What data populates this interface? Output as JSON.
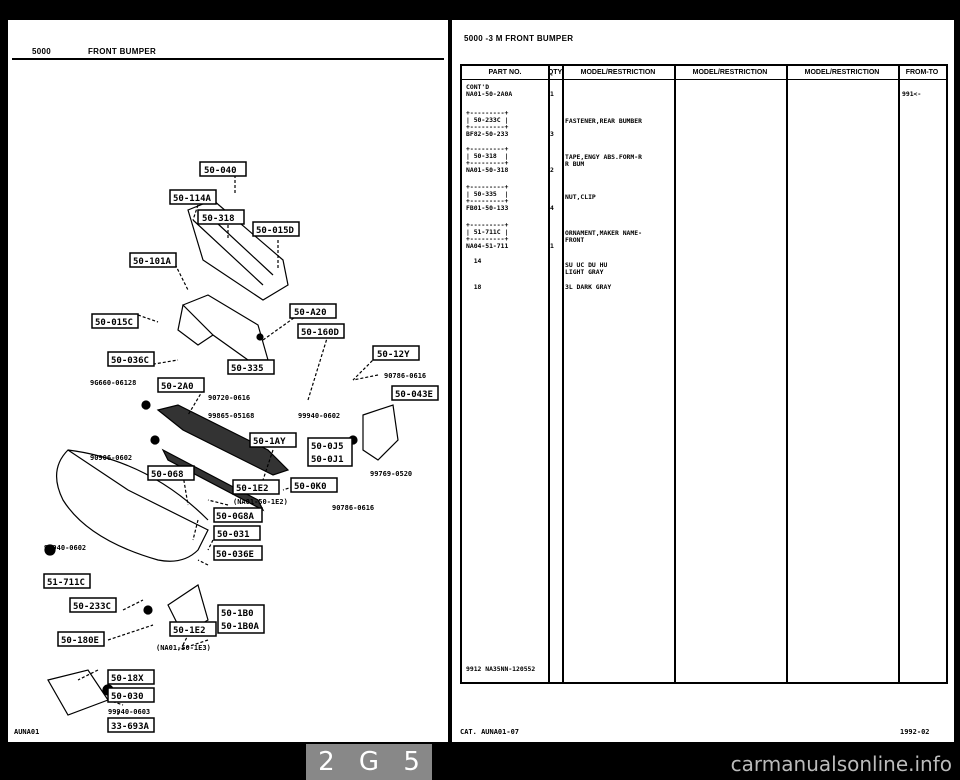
{
  "left_header": {
    "code": "5000",
    "title": "FRONT BUMPER"
  },
  "right_header": {
    "title": "5000 -3 M FRONT BUMPER"
  },
  "table": {
    "columns": [
      "PART NO.",
      "QTY",
      "MODEL/RESTRICTION",
      "MODEL/RESTRICTION",
      "MODEL/RESTRICTION",
      "FROM-TO"
    ],
    "rows": [
      {
        "part": "CONT'D\nNA01-50-2A0A",
        "qty": "1",
        "desc": "",
        "from_to": "991<-"
      },
      {
        "part": "+---------+\n| 50-233C |\n+---------+\nBF82-50-233",
        "qty": "3",
        "desc": "FASTENER,REAR BUMBER",
        "from_to": ""
      },
      {
        "part": "+---------+\n| 50-318  |\n+---------+\nNA01-50-318",
        "qty": "2",
        "desc": "TAPE,ENGY ABS.FORM-R\nR BUM",
        "from_to": ""
      },
      {
        "part": "+---------+\n| 50-335  |\n+---------+\nFB01-50-133",
        "qty": "4",
        "desc": "NUT,CLIP",
        "from_to": ""
      },
      {
        "part": "+---------+\n| 51-711C |\n+---------+\nNA04-51-711",
        "qty": "1",
        "desc": "ORNAMENT,MAKER NAME-\nFRONT",
        "from_to": ""
      },
      {
        "part": "  14",
        "qty": "",
        "desc": "SU UC DU HU\nLIGHT GRAY",
        "from_to": ""
      },
      {
        "part": "  18",
        "qty": "",
        "desc": "3L DARK GRAY",
        "from_to": ""
      }
    ]
  },
  "bottom_left": {
    "code": "AUNA01"
  },
  "bottom_right": {
    "cat": "CAT. AUNA01-07",
    "date": "1992-02",
    "ref": "9912 NA35NN-120552"
  },
  "page_badge": [
    "2",
    "G",
    "5"
  ],
  "watermark": "carmanualsonline.info",
  "callouts": {
    "c1": "50-040",
    "c2": "50-114A",
    "c3": "50-318",
    "c4": "50-015D",
    "c5": "50-101A",
    "c6": "50-A20",
    "c7": "50-015C",
    "c8": "50-160D",
    "c9": "50-036C",
    "c10": "50-12Y",
    "c11": "50-335",
    "c12": "50-2A0",
    "c13": "50-043E",
    "c14": "50-1AY",
    "c15": "50-0J5",
    "c16": "50-0J1",
    "c17": "50-068",
    "c18": "50-1E2",
    "c19": "50-0K0",
    "c20": "50-0G8A",
    "c21": "50-031",
    "c22": "50-036E",
    "c23": "51-711C",
    "c24": "50-233C",
    "c25": "50-1B0",
    "c26": "50-1B0A",
    "c27": "50-1E2",
    "c28": "50-180E",
    "c29": "50-18X",
    "c30": "50-030",
    "c31": "33-693A"
  },
  "part_numbers": {
    "p1": "90786-0616",
    "p2": "9G660-06128",
    "p3": "90720-0616",
    "p4": "99865-05168",
    "p5": "99940-0602",
    "p6": "90906-0602",
    "p7": "99769-0520",
    "p8": "(NA01-50-1E2)",
    "p9": "90786-0616",
    "p10": "99940-0602",
    "p11": "(NA01-50-1E3)",
    "p12": "99940-0603"
  }
}
